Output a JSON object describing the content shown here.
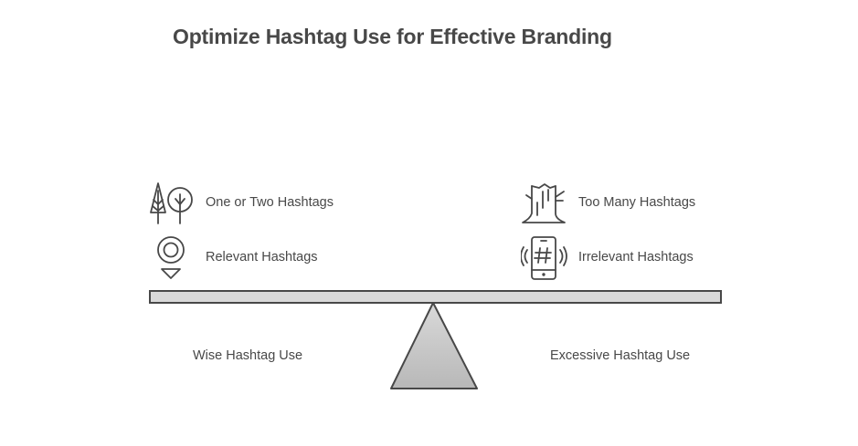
{
  "title": "Optimize Hashtag Use for Effective Branding",
  "left": {
    "label": "Wise Hashtag Use",
    "items": [
      {
        "label": "One or Two Hashtags",
        "icon": "trees-icon"
      },
      {
        "label": "Relevant Hashtags",
        "icon": "location-target-icon"
      }
    ]
  },
  "right": {
    "label": "Excessive Hashtag Use",
    "items": [
      {
        "label": "Too Many Hashtags",
        "icon": "tree-stump-icon"
      },
      {
        "label": "Irrelevant Hashtags",
        "icon": "phone-hashtag-icon"
      }
    ]
  },
  "colors": {
    "text": "#484848",
    "beam_fill": "#d9d9d9",
    "fulcrum_top": "#d9d9d9",
    "fulcrum_bottom": "#b8b8b8"
  }
}
